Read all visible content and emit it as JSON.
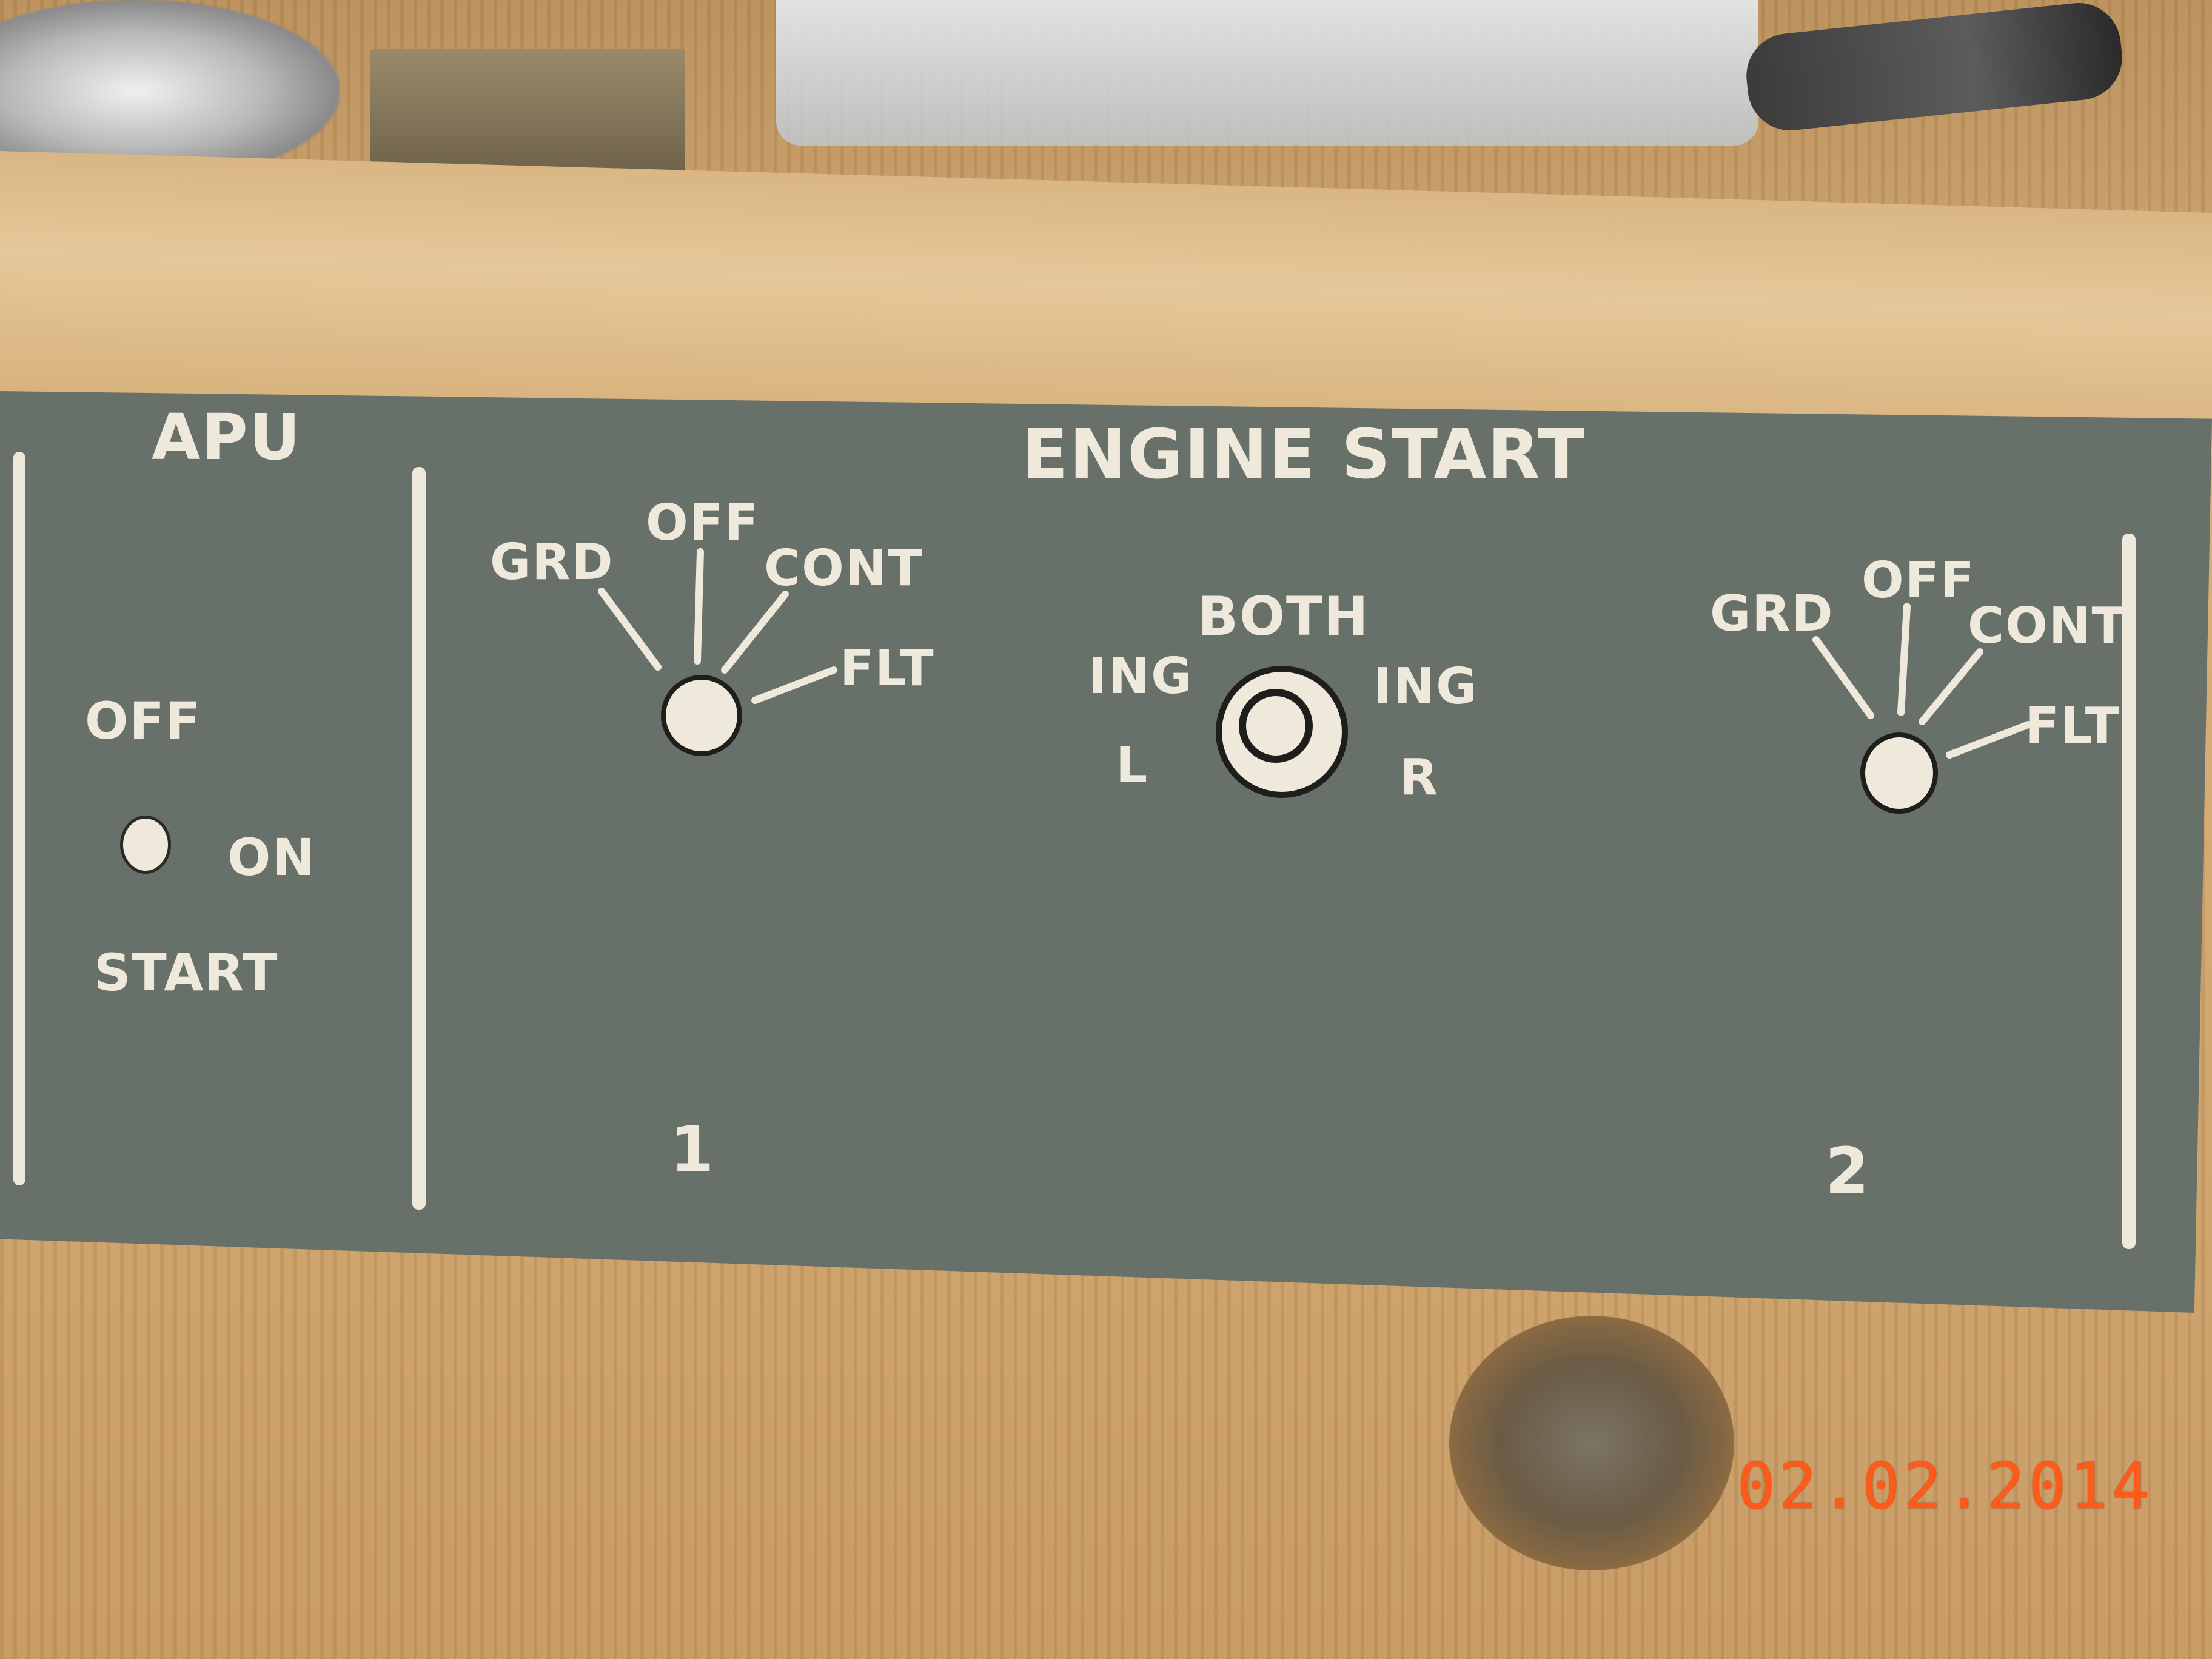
{
  "panel": {
    "apu": {
      "title": "APU",
      "positions": {
        "off": "OFF",
        "on": "ON",
        "start": "START"
      }
    },
    "engine_start": {
      "title": "ENGINE START",
      "selector_1": {
        "positions": {
          "grd": "GRD",
          "off": "OFF",
          "cont": "CONT",
          "flt": "FLT"
        },
        "number": "1"
      },
      "ignition": {
        "both": "BOTH",
        "left_ing": "ING",
        "left": "L",
        "right_ing": "ING",
        "right": "R"
      },
      "selector_2": {
        "positions": {
          "grd": "GRD",
          "off": "OFF",
          "cont": "CONT",
          "flt": "FLT"
        },
        "number": "2"
      }
    }
  },
  "camera": {
    "date_stamp": "02.02.2014"
  },
  "colors": {
    "panel": "#68706a",
    "legend": "#efe9db",
    "date_stamp": "#ff5a1a",
    "wood": "#d4ad76"
  }
}
